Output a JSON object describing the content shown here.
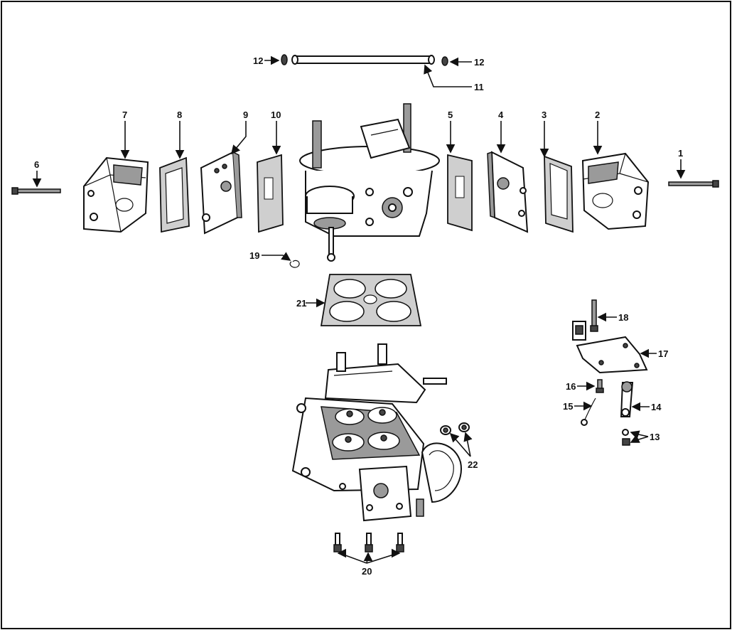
{
  "diagram": {
    "callouts": [
      {
        "id": "c1",
        "text": "1"
      },
      {
        "id": "c2",
        "text": "2"
      },
      {
        "id": "c3",
        "text": "3"
      },
      {
        "id": "c4",
        "text": "4"
      },
      {
        "id": "c5",
        "text": "5"
      },
      {
        "id": "c6",
        "text": "6"
      },
      {
        "id": "c7",
        "text": "7"
      },
      {
        "id": "c8",
        "text": "8"
      },
      {
        "id": "c9",
        "text": "9"
      },
      {
        "id": "c10",
        "text": "10"
      },
      {
        "id": "c11",
        "text": "11"
      },
      {
        "id": "c12a",
        "text": "12"
      },
      {
        "id": "c12b",
        "text": "12"
      },
      {
        "id": "c13",
        "text": "13"
      },
      {
        "id": "c14",
        "text": "14"
      },
      {
        "id": "c15",
        "text": "15"
      },
      {
        "id": "c16",
        "text": "16"
      },
      {
        "id": "c17",
        "text": "17"
      },
      {
        "id": "c18",
        "text": "18"
      },
      {
        "id": "c19",
        "text": "19"
      },
      {
        "id": "c20",
        "text": "20"
      },
      {
        "id": "c21",
        "text": "21"
      },
      {
        "id": "c22",
        "text": "22"
      }
    ],
    "colors": {
      "ink": "#111111",
      "paper": "#ffffff",
      "shade": "#9a9a9a"
    }
  }
}
